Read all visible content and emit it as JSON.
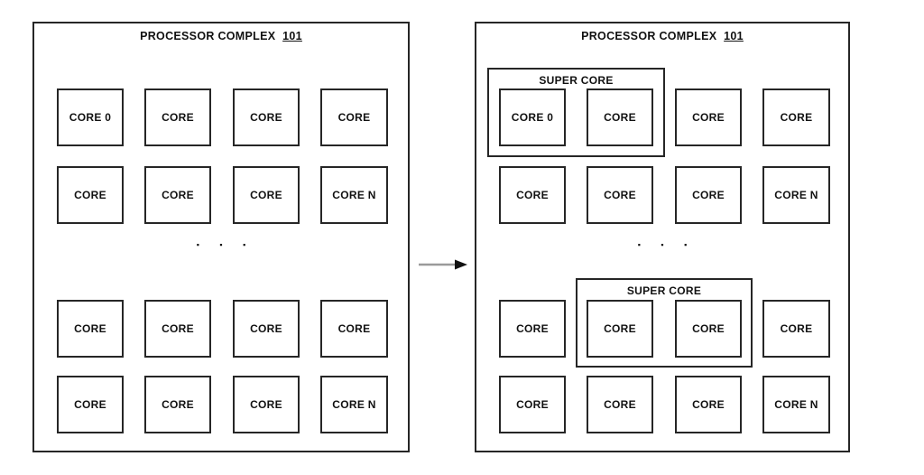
{
  "figure": {
    "description": "processor-complex-supercore-diagram",
    "arrow": {
      "icon": "arrow-right"
    },
    "colors": {
      "line": "#262626",
      "background": "#ffffff",
      "arrow_shaft": "#9a9a9a",
      "arrow_head": "#111111"
    },
    "panels": {
      "left": {
        "title": "PROCESSOR COMPLEX",
        "title_ref": "101",
        "ellipsis": "▪ ▪ ▪",
        "rows": {
          "row1": [
            "CORE 0",
            "CORE",
            "CORE",
            "CORE"
          ],
          "row2": [
            "CORE",
            "CORE",
            "CORE",
            "CORE N"
          ],
          "row3": [
            "CORE",
            "CORE",
            "CORE",
            "CORE"
          ],
          "row4": [
            "CORE",
            "CORE",
            "CORE",
            "CORE N"
          ]
        }
      },
      "right": {
        "title": "PROCESSOR COMPLEX",
        "title_ref": "101",
        "ellipsis": "▪ ▪ ▪",
        "super_cores": {
          "top": {
            "label": "SUPER CORE"
          },
          "bottom": {
            "label": "SUPER CORE"
          }
        },
        "rows": {
          "row1": [
            "CORE 0",
            "CORE",
            "CORE",
            "CORE"
          ],
          "row2": [
            "CORE",
            "CORE",
            "CORE",
            "CORE N"
          ],
          "row3": [
            "CORE",
            "CORE",
            "CORE",
            "CORE"
          ],
          "row4": [
            "CORE",
            "CORE",
            "CORE",
            "CORE N"
          ]
        }
      }
    }
  }
}
